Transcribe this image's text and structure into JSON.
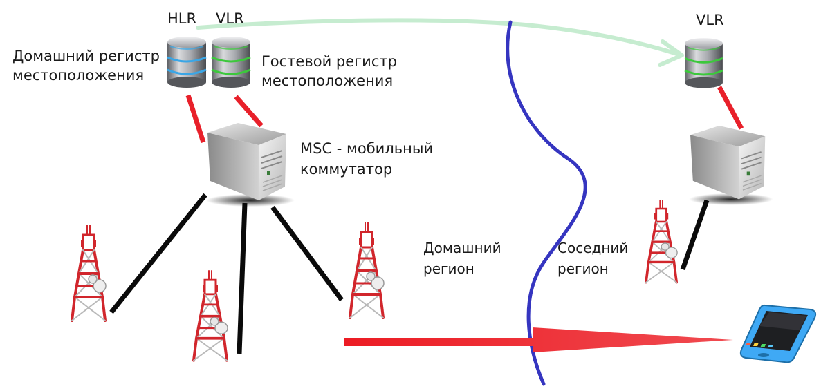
{
  "labels": {
    "hlr": "HLR",
    "vlr_home": "VLR",
    "vlr_neighbor": "VLR",
    "hlr_desc_line1": "Домашний регистр",
    "hlr_desc_line2": "местоположения",
    "vlr_desc_line1": "Гостевой регистр",
    "vlr_desc_line2": "местоположения",
    "msc_line1": "MSC - мобильный",
    "msc_line2": "коммутатор",
    "home_region_line1": "Домашний",
    "home_region_line2": "регион",
    "neighbor_region_line1": "Соседний",
    "neighbor_region_line2": "регион"
  },
  "colors": {
    "red_link": "#e8202a",
    "black_link": "#0a0a0a",
    "boundary": "#3535c0",
    "transfer_arrow": "#c6ecd0",
    "move_arrow": "#ec1c24",
    "hlr_accent": "#3aa6e6",
    "vlr_accent": "#3cc83c",
    "tower": "#d1262c",
    "phone_body": "#3fa9f5"
  },
  "icons": [
    "database-icon",
    "server-icon",
    "cell-tower-icon",
    "smartphone-icon",
    "arrow-icon"
  ]
}
